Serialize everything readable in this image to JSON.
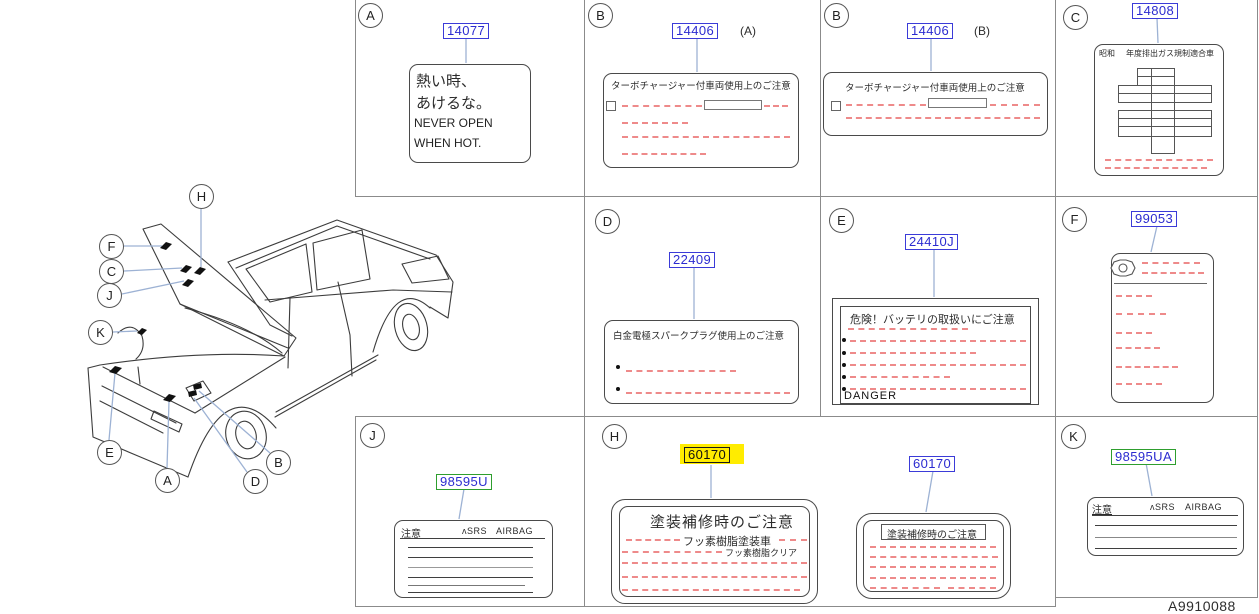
{
  "figure_code": "A9910088",
  "car": {
    "callouts": [
      "H",
      "F",
      "C",
      "J",
      "K",
      "E",
      "A",
      "D",
      "B"
    ]
  },
  "cells": {
    "a": {
      "letter": "A",
      "part": "14077",
      "lines": [
        "熱い時、",
        "あけるな。",
        "NEVER  OPEN",
        "WHEN  HOT."
      ]
    },
    "b1": {
      "letter": "B",
      "part": "14406",
      "variant": "(A)",
      "title": "ターボチャージャー付車両使用上のご注意"
    },
    "b2": {
      "letter": "B",
      "part": "14406",
      "variant": "(B)",
      "title": "ターボチャージャー付車両使用上のご注意"
    },
    "c": {
      "letter": "C",
      "part": "14808",
      "era": "昭和",
      "title": "年度排出ガス規制適合車"
    },
    "d": {
      "letter": "D",
      "part": "22409",
      "title": "白金電極スパークプラグ使用上のご注意"
    },
    "e": {
      "letter": "E",
      "part": "24410J",
      "title": "危険！バッテリの取扱いにご注意",
      "danger": "DANGER"
    },
    "f": {
      "letter": "F",
      "part": "99053"
    },
    "j": {
      "letter": "J",
      "part": "98595U",
      "caution": "注意",
      "srs": "ʌSRS",
      "airbag": "AIRBAG"
    },
    "h": {
      "letter": "H",
      "part_selected": "60170",
      "part_plain": "60170",
      "title": "塗装補修時のご注意",
      "subtitle1": "フッ素樹脂塗装車",
      "subtitle2": "フッ素樹脂クリア",
      "boxed_title": "塗装補修時のご注意"
    },
    "k": {
      "letter": "K",
      "part": "98595UA",
      "caution": "注意",
      "srs": "ʌSRS",
      "airbag": "AIRBAG"
    }
  }
}
